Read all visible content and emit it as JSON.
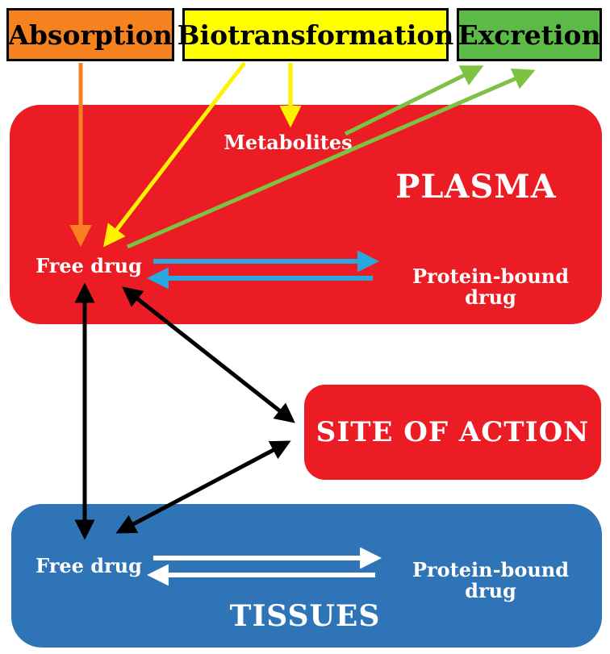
{
  "top_boxes": {
    "absorption": "Absorption",
    "biotransformation": "Biotransformation",
    "excretion": "Excretion"
  },
  "plasma": {
    "title": "PLASMA",
    "metabolites_label": "Metabolites",
    "free_drug_label": "Free drug",
    "protein_bound_label": "Protein-bound drug"
  },
  "site_of_action": {
    "title": "SITE OF ACTION"
  },
  "tissues": {
    "title": "TISSUES",
    "free_drug_label": "Free drug",
    "protein_bound_label": "Protein-bound drug"
  },
  "colors": {
    "absorption_orange": "#F6821F",
    "biotransformation_yellow": "#FFF200",
    "excretion_green": "#5CBA47",
    "green_arrow": "#7DC242",
    "plasma_red": "#EC1C24",
    "tissues_blue": "#2E74B6",
    "binding_blue_arrow": "#29A8E0",
    "black_arrow": "#000000",
    "white_arrow": "#FFFFFF"
  }
}
